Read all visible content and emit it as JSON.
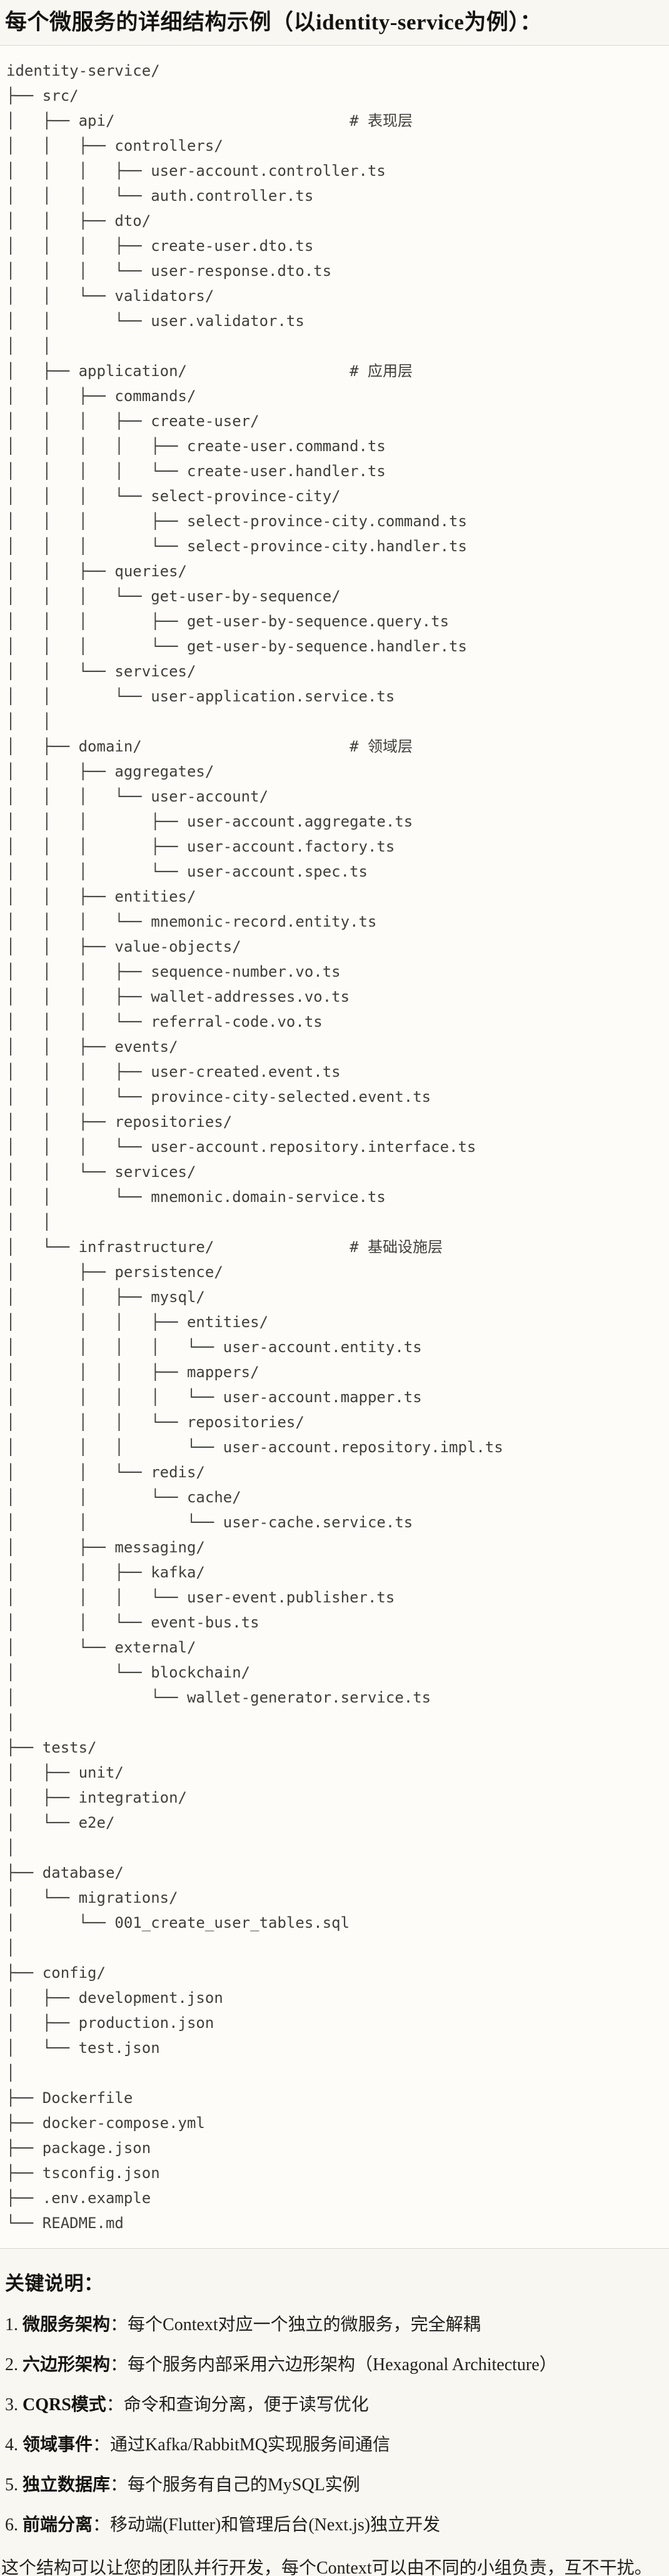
{
  "colors": {
    "page_background": "#f9f7f1",
    "code_block_background": "#fdfcf8",
    "divider_border": "#d9d6d0",
    "tree_text": "#403f3a",
    "heading_text": "#141310"
  },
  "header": {
    "title": "每个微服务的详细结构示例（以identity-service为例）："
  },
  "tree": {
    "lines": [
      "identity-service/",
      "├── src/",
      "│   ├── api/                          # 表现层",
      "│   │   ├── controllers/",
      "│   │   │   ├── user-account.controller.ts",
      "│   │   │   └── auth.controller.ts",
      "│   │   ├── dto/",
      "│   │   │   ├── create-user.dto.ts",
      "│   │   │   └── user-response.dto.ts",
      "│   │   └── validators/",
      "│   │       └── user.validator.ts",
      "│   │",
      "│   ├── application/                  # 应用层",
      "│   │   ├── commands/",
      "│   │   │   ├── create-user/",
      "│   │   │   │   ├── create-user.command.ts",
      "│   │   │   │   └── create-user.handler.ts",
      "│   │   │   └── select-province-city/",
      "│   │   │       ├── select-province-city.command.ts",
      "│   │   │       └── select-province-city.handler.ts",
      "│   │   ├── queries/",
      "│   │   │   └── get-user-by-sequence/",
      "│   │   │       ├── get-user-by-sequence.query.ts",
      "│   │   │       └── get-user-by-sequence.handler.ts",
      "│   │   └── services/",
      "│   │       └── user-application.service.ts",
      "│   │",
      "│   ├── domain/                       # 领域层",
      "│   │   ├── aggregates/",
      "│   │   │   └── user-account/",
      "│   │   │       ├── user-account.aggregate.ts",
      "│   │   │       ├── user-account.factory.ts",
      "│   │   │       └── user-account.spec.ts",
      "│   │   ├── entities/",
      "│   │   │   └── mnemonic-record.entity.ts",
      "│   │   ├── value-objects/",
      "│   │   │   ├── sequence-number.vo.ts",
      "│   │   │   ├── wallet-addresses.vo.ts",
      "│   │   │   └── referral-code.vo.ts",
      "│   │   ├── events/",
      "│   │   │   ├── user-created.event.ts",
      "│   │   │   └── province-city-selected.event.ts",
      "│   │   ├── repositories/",
      "│   │   │   └── user-account.repository.interface.ts",
      "│   │   └── services/",
      "│   │       └── mnemonic.domain-service.ts",
      "│   │",
      "│   └── infrastructure/               # 基础设施层",
      "│       ├── persistence/",
      "│       │   ├── mysql/",
      "│       │   │   ├── entities/",
      "│       │   │   │   └── user-account.entity.ts",
      "│       │   │   ├── mappers/",
      "│       │   │   │   └── user-account.mapper.ts",
      "│       │   │   └── repositories/",
      "│       │   │       └── user-account.repository.impl.ts",
      "│       │   └── redis/",
      "│       │       └── cache/",
      "│       │           └── user-cache.service.ts",
      "│       ├── messaging/",
      "│       │   ├── kafka/",
      "│       │   │   └── user-event.publisher.ts",
      "│       │   └── event-bus.ts",
      "│       └── external/",
      "│           └── blockchain/",
      "│               └── wallet-generator.service.ts",
      "│",
      "├── tests/",
      "│   ├── unit/",
      "│   ├── integration/",
      "│   └── e2e/",
      "│",
      "├── database/",
      "│   └── migrations/",
      "│       └── 001_create_user_tables.sql",
      "│",
      "├── config/",
      "│   ├── development.json",
      "│   ├── production.json",
      "│   └── test.json",
      "│",
      "├── Dockerfile",
      "├── docker-compose.yml",
      "├── package.json",
      "├── tsconfig.json",
      "├── .env.example",
      "└── README.md"
    ]
  },
  "notes": {
    "heading": "关键说明：",
    "items": [
      {
        "num": "1.",
        "label": "微服务架构",
        "text": "：每个Context对应一个独立的微服务，完全解耦"
      },
      {
        "num": "2.",
        "label": "六边形架构",
        "text": "：每个服务内部采用六边形架构（Hexagonal Architecture）"
      },
      {
        "num": "3.",
        "label": "CQRS模式",
        "text": "：命令和查询分离，便于读写优化"
      },
      {
        "num": "4.",
        "label": "领域事件",
        "text": "：通过Kafka/RabbitMQ实现服务间通信"
      },
      {
        "num": "5.",
        "label": "独立数据库",
        "text": "：每个服务有自己的MySQL实例"
      },
      {
        "num": "6.",
        "label": "前端分离",
        "text": "：移动端(Flutter)和管理后台(Next.js)独立开发"
      }
    ],
    "footer": "这个结构可以让您的团队并行开发，每个Context可以由不同的小组负责，互不干扰。"
  }
}
